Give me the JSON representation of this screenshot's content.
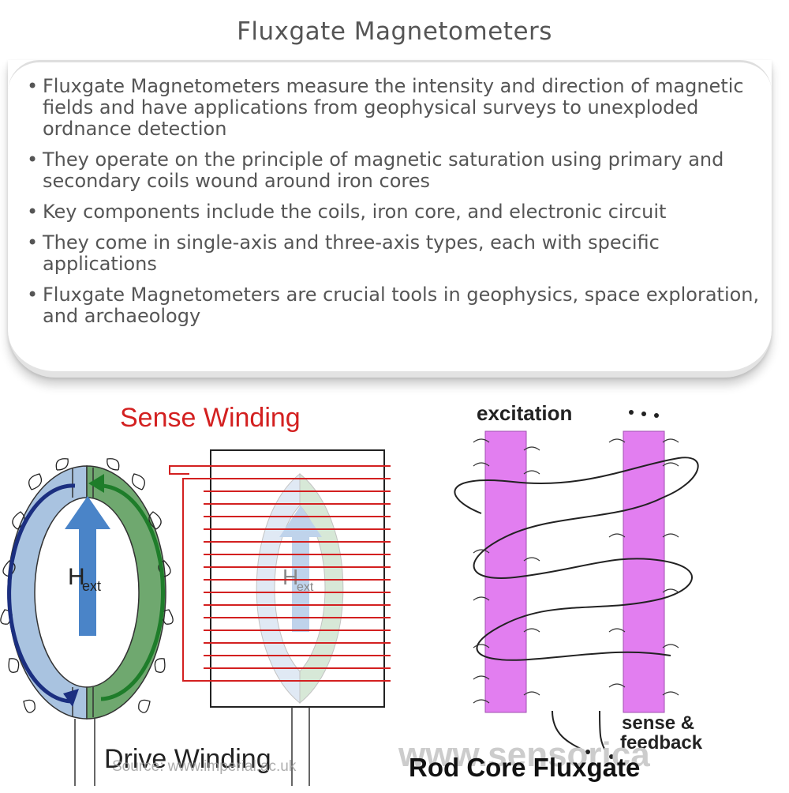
{
  "title": "Fluxgate Magnetometers",
  "bullets": [
    "Fluxgate Magnetometers measure the intensity and direction of magnetic fields and have applications from geophysical surveys to unexploded ordnance detection",
    "They operate on the principle of magnetic saturation using primary and secondary coils wound around iron cores",
    "Key components include the coils, iron core, and electronic circuit",
    "They come in single-axis and three-axis types, each with specific applications",
    "Fluxgate Magnetometers are crucial tools in geophysics, space exploration, and archaeology"
  ],
  "figure": {
    "left": {
      "sense_winding_label": "Sense Winding",
      "drive_winding_label": "Drive Winding",
      "hext_main": "H",
      "hext_sub": "ext",
      "source": "Source: www.imperial.ac.uk"
    },
    "right": {
      "excitation_label": "excitation",
      "sense_label": "sense &",
      "feedback_label": "feedback",
      "caption": "Rod Core Fluxgate",
      "watermark": "www.sensorica"
    }
  },
  "colors": {
    "text": "#555555",
    "sense_red": "#d32020",
    "ring_blue": "#a9c3e0",
    "ring_green": "#6fa86f",
    "arrow_blue": "#4a84c8",
    "rod_magenta": "#e27ef0"
  }
}
